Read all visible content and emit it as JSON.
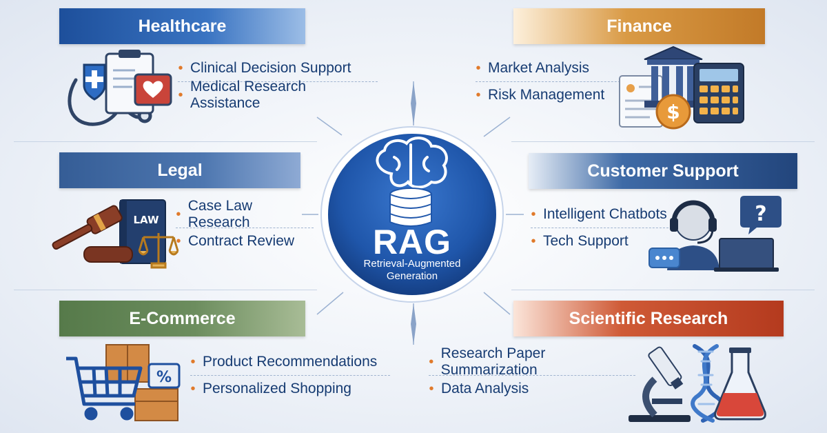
{
  "center": {
    "title": "RAG",
    "subtitle_line1": "Retrieval-Augmented",
    "subtitle_line2": "Generation"
  },
  "sectors": {
    "healthcare": {
      "title": "Healthcare",
      "items": [
        "Clinical Decision Support",
        "Medical Research Assistance"
      ]
    },
    "finance": {
      "title": "Finance",
      "items": [
        "Market Analysis",
        "Risk Management"
      ]
    },
    "legal": {
      "title": "Legal",
      "items": [
        "Case Law Research",
        "Contract Review"
      ],
      "book_label": "LAW"
    },
    "customer_support": {
      "title": "Customer Support",
      "items": [
        "Intelligent Chatbots",
        "Tech Support"
      ]
    },
    "ecommerce": {
      "title": "E-Commerce",
      "items": [
        "Product Recommendations",
        "Personalized Shopping"
      ]
    },
    "scientific_research": {
      "title": "Scientific Research",
      "items": [
        "Research Paper Summarization",
        "Data Analysis"
      ]
    }
  },
  "bullet": "•",
  "colors": {
    "healthcare": "#2b62b0",
    "finance": "#cf8a35",
    "legal": "#3f679f",
    "customer_support": "#2c5289",
    "ecommerce": "#5f8451",
    "scientific_research": "#c44a2a",
    "text": "#163b72",
    "accent": "#e07a2b",
    "center": "#1e4f9e"
  },
  "icons": {
    "healthcare": [
      "stethoscope-icon",
      "medical-cross-icon",
      "clipboard-icon",
      "heart-icon"
    ],
    "finance": [
      "bank-icon",
      "calculator-icon",
      "dollar-coin-icon",
      "document-icon"
    ],
    "legal": [
      "gavel-icon",
      "law-book-icon",
      "scales-icon"
    ],
    "customer_support": [
      "headset-agent-icon",
      "laptop-icon",
      "question-bubble-icon",
      "chat-bubble-icon"
    ],
    "ecommerce": [
      "shopping-cart-icon",
      "box-icon",
      "percent-tag-icon"
    ],
    "scientific_research": [
      "microscope-icon",
      "dna-icon",
      "flask-icon"
    ],
    "center": [
      "brain-icon",
      "database-icon"
    ]
  }
}
